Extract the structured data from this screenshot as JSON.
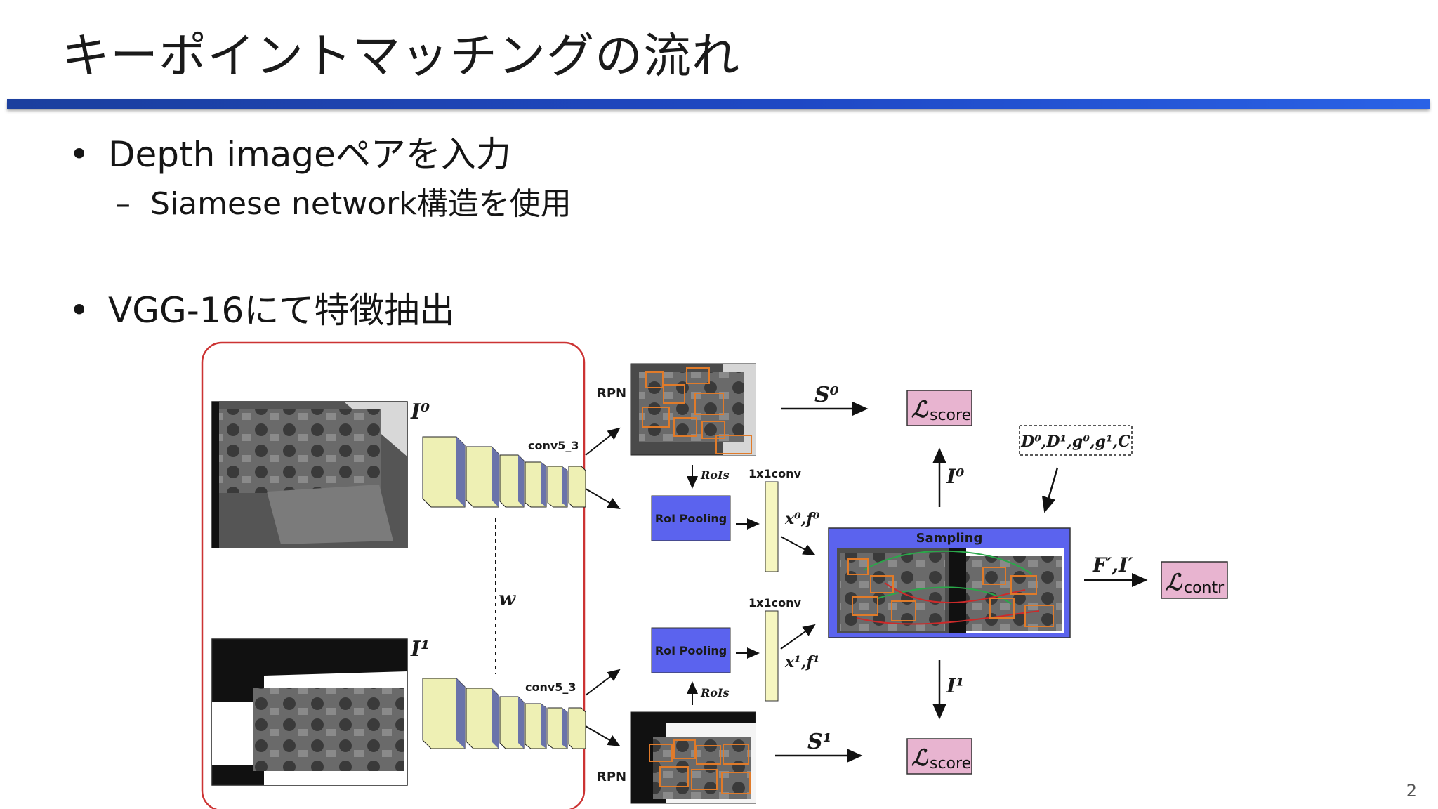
{
  "slide": {
    "title": "キーポイントマッチングの流れ",
    "page_number": "2"
  },
  "bullets": [
    {
      "mark": "•",
      "text": "Depth imageペアを入力"
    },
    {
      "mark": "–",
      "text": "Siamese network構造を使用"
    },
    {
      "mark": "•",
      "text": "VGG-16にて特徴抽出"
    }
  ],
  "diagram": {
    "input_top": "I⁰",
    "input_bottom": "I¹",
    "shared_weight": "w",
    "conv_top": "conv5_3",
    "conv_bottom": "conv5_3",
    "rpn_top": "RPN",
    "rpn_bottom": "RPN",
    "rois_top": "RoIs",
    "rois_bottom": "RoIs",
    "roi_pool_top": "RoI Pooling",
    "roi_pool_bottom": "RoI Pooling",
    "conv1x1_top": "1x1conv",
    "conv1x1_bottom": "1x1conv",
    "feat_top": "x⁰,f⁰",
    "feat_bottom": "x¹,f¹",
    "score_top": "S⁰",
    "score_bottom": "S¹",
    "loss_score_top_main": "ℒ",
    "loss_score_top_sub": "score",
    "loss_score_bottom_main": "ℒ",
    "loss_score_bottom_sub": "score",
    "sampling": "Sampling",
    "gt_inputs": "D⁰,D¹,g⁰,g¹,C",
    "lprime_top": "I⁰",
    "lprime_bottom": "I¹",
    "fprime": "F′,I′",
    "loss_contr_main": "ℒ",
    "loss_contr_sub": "contr"
  },
  "colors": {
    "title_bar": "#1e48c4",
    "roi_pool": "#5b63ee",
    "sampling_bg": "#5b63ee",
    "loss_box": "#e8b4d0",
    "conv_block": "#eef0b4",
    "siamese_border": "#cc3333",
    "proposal_box": "#e07b2a"
  }
}
